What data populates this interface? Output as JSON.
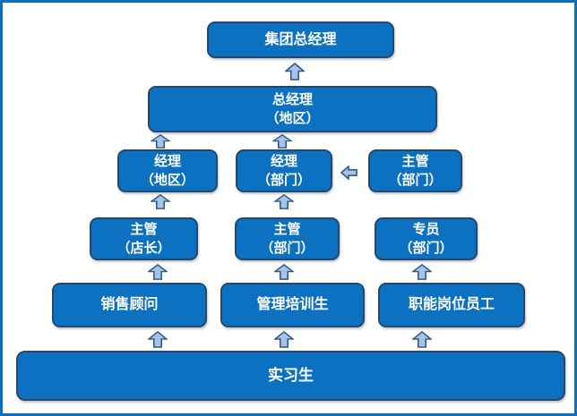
{
  "diagram": {
    "type": "org-promotion-path-chart",
    "colors": {
      "frame_border": "#0d6fbe",
      "node_fill": "#0c71c0",
      "node_border": "#25486b",
      "node_text": "#ffffff",
      "arrow_fill": "#a9c3e6",
      "arrow_border": "#2e5c8e",
      "background": "#ffffff"
    },
    "icons": {
      "up_arrow": "up-arrow-icon",
      "left_arrow": "left-arrow-icon"
    },
    "nodes": [
      {
        "id": "group-gm",
        "line1": "集团总经理"
      },
      {
        "id": "gm-region",
        "line1": "总经理",
        "line2": "（地区）"
      },
      {
        "id": "mgr-region",
        "line1": "经理",
        "line2": "（地区）"
      },
      {
        "id": "mgr-dept",
        "line1": "经理",
        "line2": "（部门）"
      },
      {
        "id": "sup-dept-upper",
        "line1": "主管",
        "line2": "（部门）"
      },
      {
        "id": "sup-store",
        "line1": "主管",
        "line2": "（店长）"
      },
      {
        "id": "sup-dept",
        "line1": "主管",
        "line2": "（部门）"
      },
      {
        "id": "spec-dept",
        "line1": "专员",
        "line2": "（部门）"
      },
      {
        "id": "sales-consultant",
        "line1": "销售顾问"
      },
      {
        "id": "mgmt-trainee",
        "line1": "管理培训生"
      },
      {
        "id": "functional-staff",
        "line1": "职能岗位员工"
      },
      {
        "id": "intern",
        "line1": "实习生"
      }
    ],
    "edges": [
      {
        "from": "gm-region",
        "to": "group-gm",
        "direction": "up"
      },
      {
        "from": "mgr-region",
        "to": "gm-region",
        "direction": "up"
      },
      {
        "from": "mgr-dept",
        "to": "gm-region",
        "direction": "up"
      },
      {
        "from": "sup-dept-upper",
        "to": "mgr-dept",
        "direction": "left"
      },
      {
        "from": "sup-store",
        "to": "mgr-region",
        "direction": "up"
      },
      {
        "from": "sup-dept",
        "to": "mgr-dept",
        "direction": "up"
      },
      {
        "from": "sales-consultant",
        "to": "sup-store",
        "direction": "up"
      },
      {
        "from": "mgmt-trainee",
        "to": "sup-dept",
        "direction": "up"
      },
      {
        "from": "functional-staff",
        "to": "spec-dept",
        "direction": "up"
      },
      {
        "from": "intern",
        "to": "sales-consultant",
        "direction": "up"
      },
      {
        "from": "intern",
        "to": "mgmt-trainee",
        "direction": "up"
      },
      {
        "from": "intern",
        "to": "functional-staff",
        "direction": "up"
      }
    ]
  }
}
